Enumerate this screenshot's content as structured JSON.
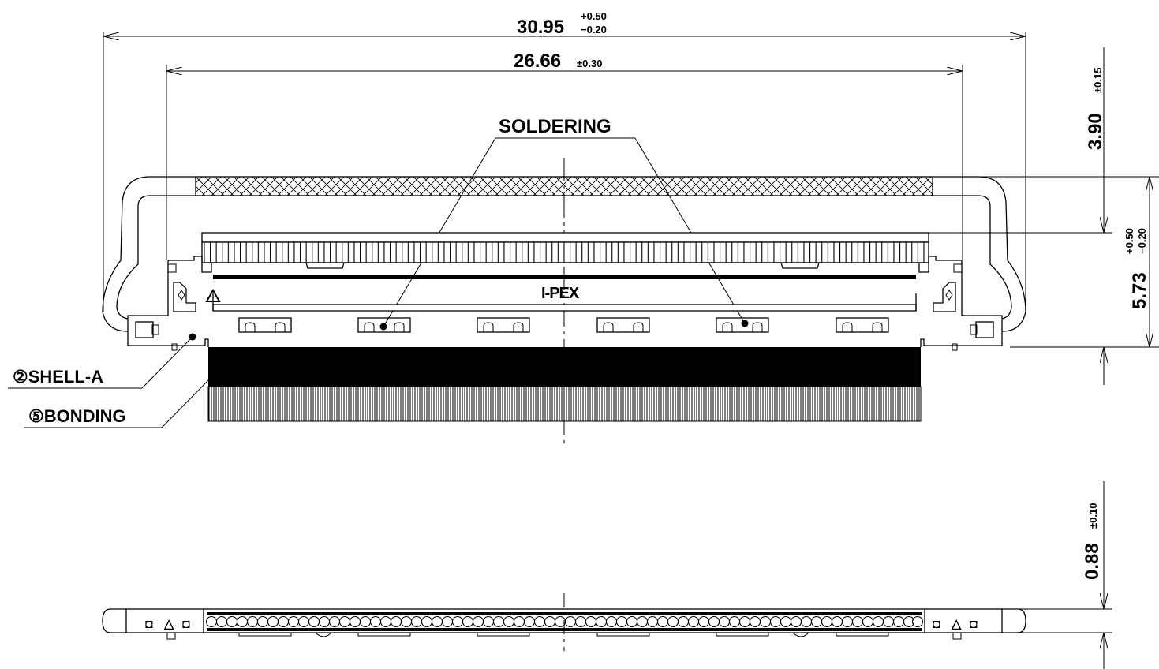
{
  "dimensions": {
    "overall_width": {
      "value": "30.95",
      "tol_plus": "+0.50",
      "tol_minus": "−0.20"
    },
    "inner_width": {
      "value": "26.66",
      "tol": "±0.30"
    },
    "height_top": {
      "value": "3.90",
      "tol": "±0.15"
    },
    "height_body": {
      "value": "5.73",
      "tol_plus": "+0.50",
      "tol_minus": "−0.20"
    },
    "thickness": {
      "value": "0.88",
      "tol": "±0.10"
    }
  },
  "labels": {
    "soldering": "SOLDERING",
    "shell": "②SHELL-A",
    "bonding": "⑤BONDING",
    "brand": "I-PEX"
  },
  "side_view": {
    "left_marks": [
      "◘",
      "△",
      "◘"
    ],
    "right_marks": [
      "◘",
      "△",
      "◘"
    ]
  }
}
